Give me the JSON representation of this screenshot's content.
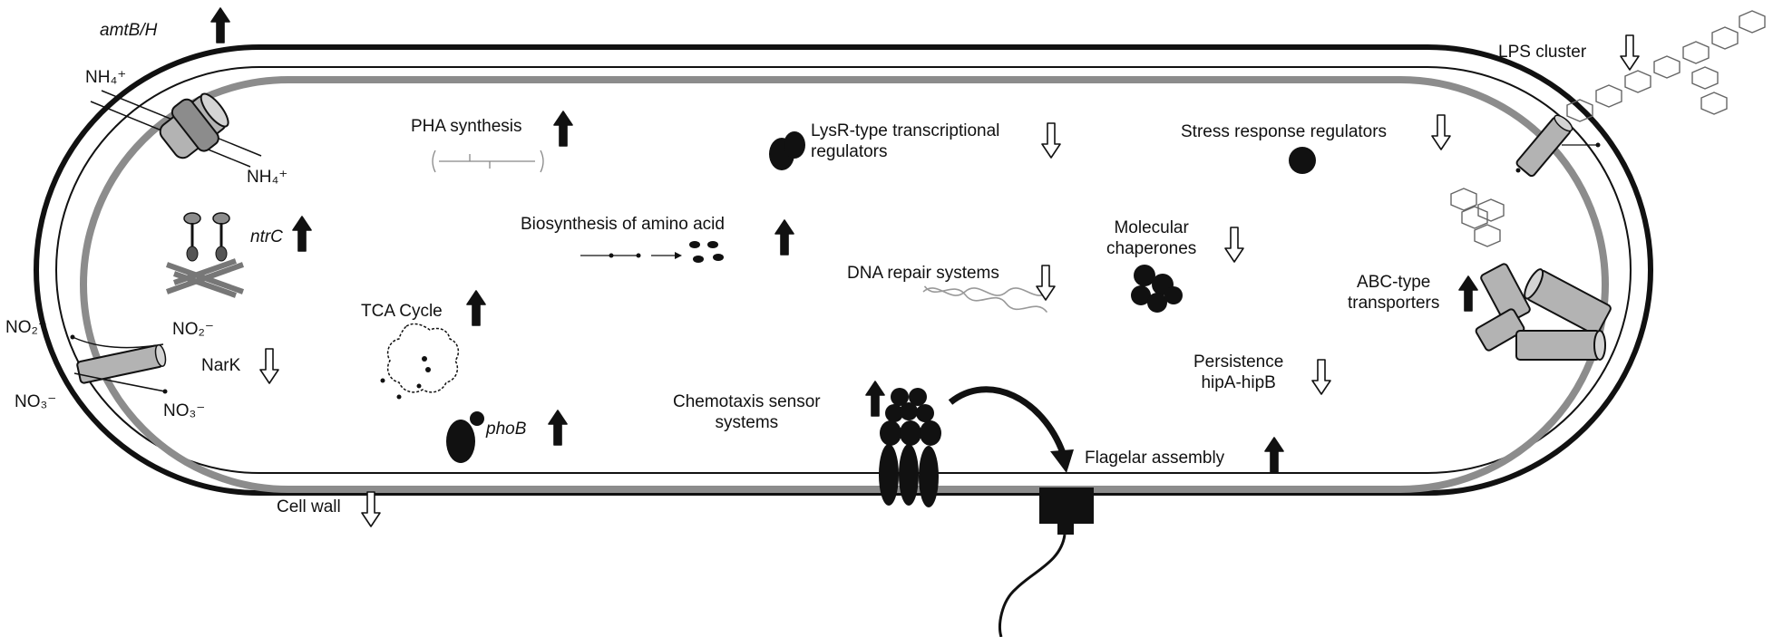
{
  "labels": {
    "amtbh": "amtB/H",
    "nh4_out": "NH₄⁺",
    "nh4_in": "NH₄⁺",
    "ntrc": "ntrC",
    "no2_out": "NO₂⁻",
    "no2_in": "NO₂⁻",
    "no3_out": "NO₃⁻",
    "no3_in": "NO₃⁻",
    "nark": "NarK",
    "pha": "PHA synthesis",
    "lysr_line1": "LysR-type transcriptional",
    "lysr_line2": "regulators",
    "stress": "Stress response regulators",
    "lps": "LPS cluster",
    "biosynth": "Biosynthesis of amino acid",
    "molchap_line1": "Molecular",
    "molchap_line2": "chaperones",
    "dna": "DNA repair systems",
    "abc_line1": "ABC-type",
    "abc_line2": "transporters",
    "tca": "TCA Cycle",
    "phob": "phoB",
    "persist_line1": "Persistence",
    "persist_line2": "hipA-hipB",
    "chemo_line1": "Chemotaxis sensor",
    "chemo_line2": "systems",
    "flag": "Flagelar assembly",
    "cellwall": "Cell wall"
  },
  "regulation": {
    "amtbh": "up",
    "ntrc": "up",
    "nark": "down",
    "pha": "up",
    "lysr": "down",
    "stress": "down",
    "lps": "down",
    "biosynth": "up",
    "molchap": "down",
    "dna": "down",
    "abc": "up",
    "tca": "up",
    "phob": "up",
    "persist": "down",
    "chemo": "up",
    "flag": "up",
    "cellwall": "down"
  },
  "colors": {
    "outline": "#111111",
    "membrane": "#8c8c8c",
    "protein": "#b3b3b3",
    "up_arrow_fill": "#111111",
    "down_arrow_fill": "#ffffff"
  }
}
